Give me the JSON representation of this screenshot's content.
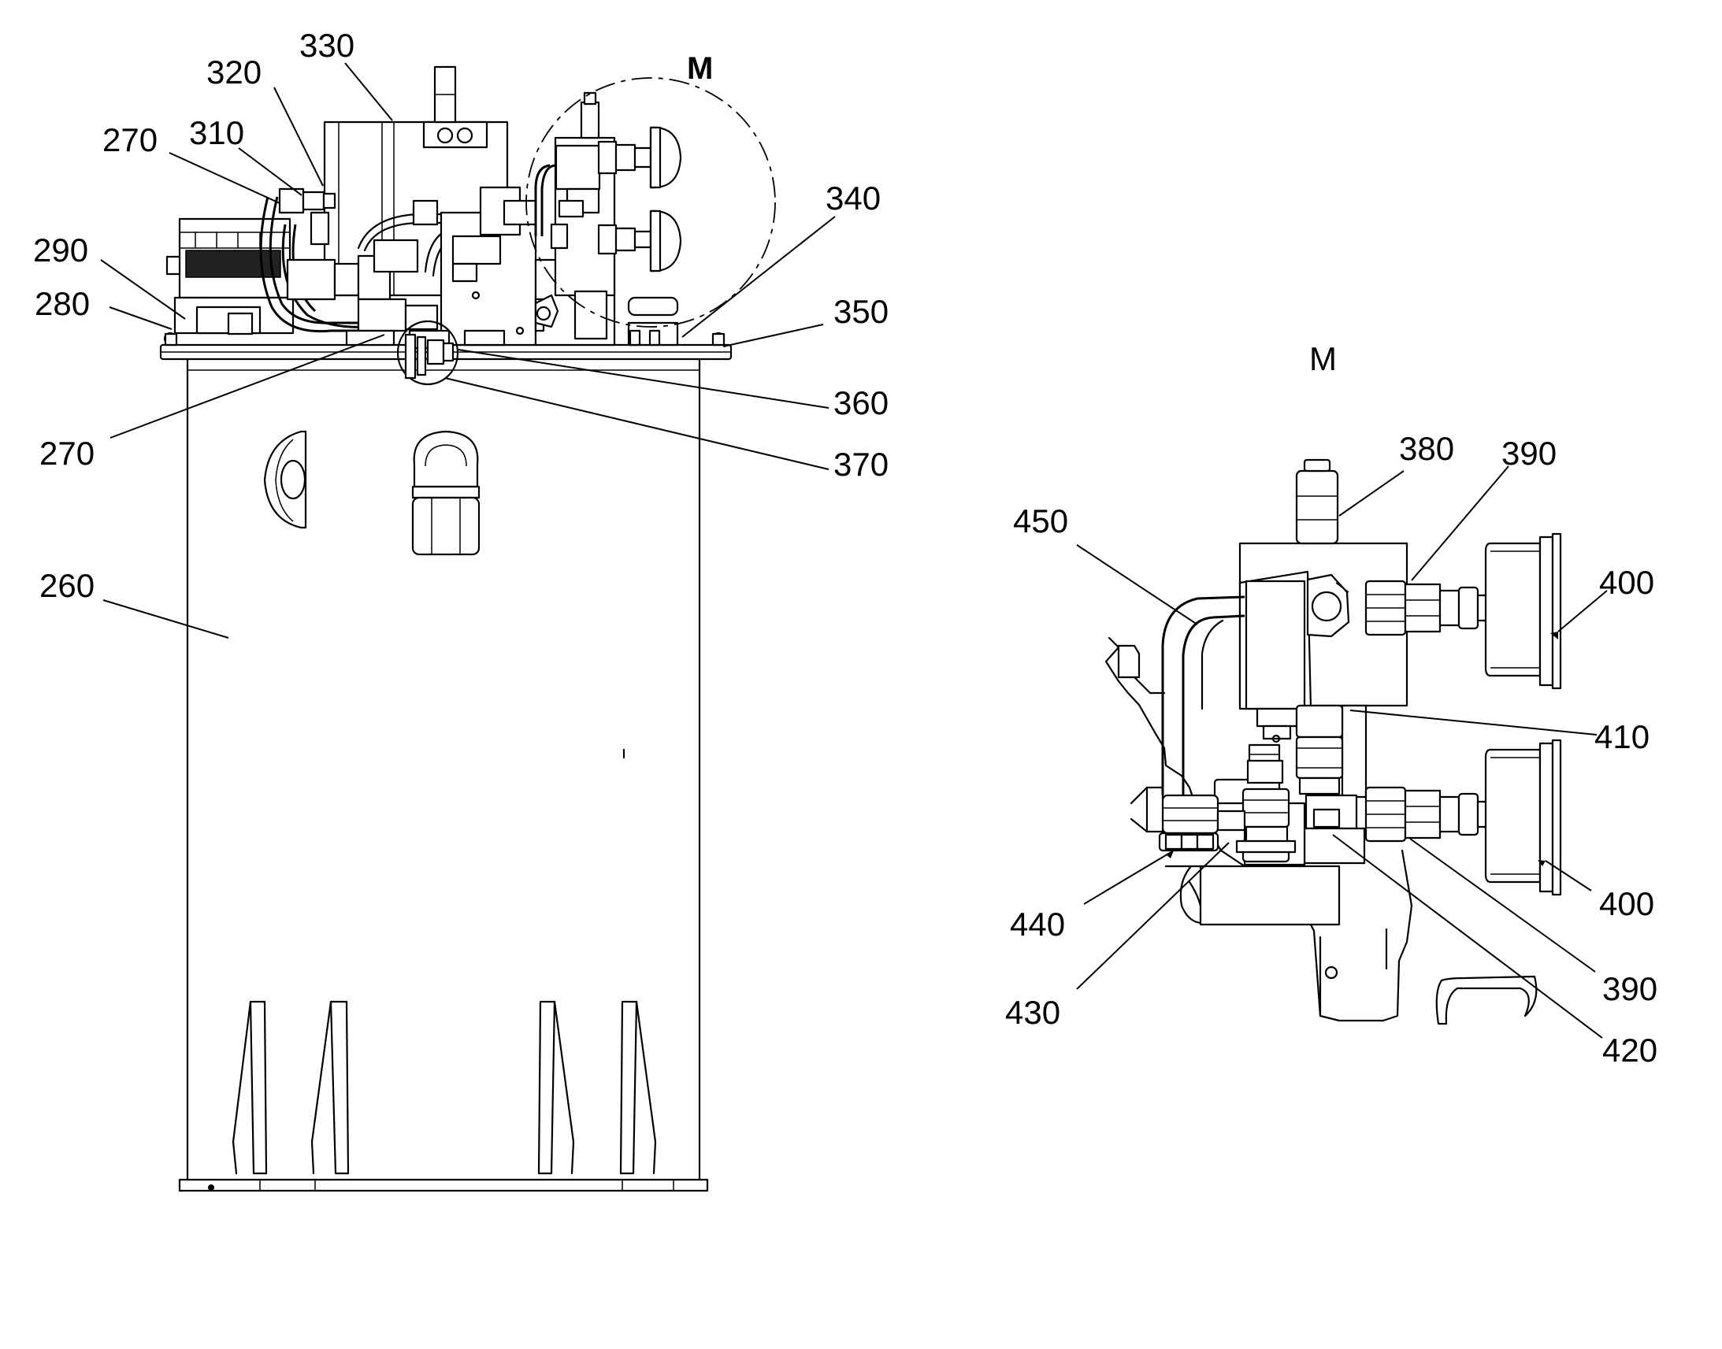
{
  "figure": {
    "detail_tag": "M",
    "detail_title": "M",
    "labels": [
      {
        "id": "l320",
        "text": "320"
      },
      {
        "id": "l330",
        "text": "330"
      },
      {
        "id": "l270a",
        "text": "270"
      },
      {
        "id": "l310",
        "text": "310"
      },
      {
        "id": "l340",
        "text": "340"
      },
      {
        "id": "l290",
        "text": "290"
      },
      {
        "id": "l280",
        "text": "280"
      },
      {
        "id": "l350",
        "text": "350"
      },
      {
        "id": "l360",
        "text": "360"
      },
      {
        "id": "l270b",
        "text": "270"
      },
      {
        "id": "l370",
        "text": "370"
      },
      {
        "id": "l260",
        "text": "260"
      },
      {
        "id": "l380",
        "text": "380"
      },
      {
        "id": "l390a",
        "text": "390"
      },
      {
        "id": "l450",
        "text": "450"
      },
      {
        "id": "l400a",
        "text": "400"
      },
      {
        "id": "l410",
        "text": "410"
      },
      {
        "id": "l400b",
        "text": "400"
      },
      {
        "id": "l440",
        "text": "440"
      },
      {
        "id": "l390b",
        "text": "390"
      },
      {
        "id": "l430",
        "text": "430"
      },
      {
        "id": "l420",
        "text": "420"
      }
    ]
  }
}
